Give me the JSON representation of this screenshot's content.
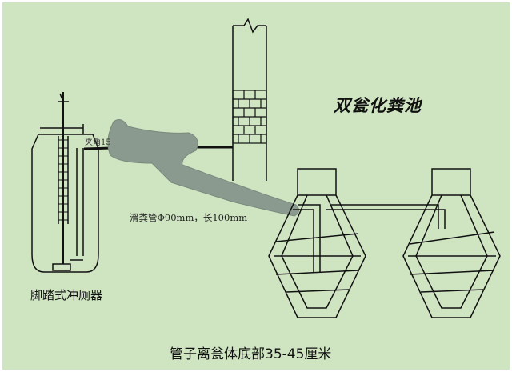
{
  "title": "双瓮化粪池",
  "labels": {
    "angle": "夹角15",
    "pipe": "滑粪管Φ90mm，长100mm",
    "device": "脚踏式冲厕器",
    "bottom_note": "管子离瓮体底部35-45厘米"
  },
  "colors": {
    "background": "#cfe5c2",
    "line": "#111111",
    "pan": "#8b9a8e"
  }
}
